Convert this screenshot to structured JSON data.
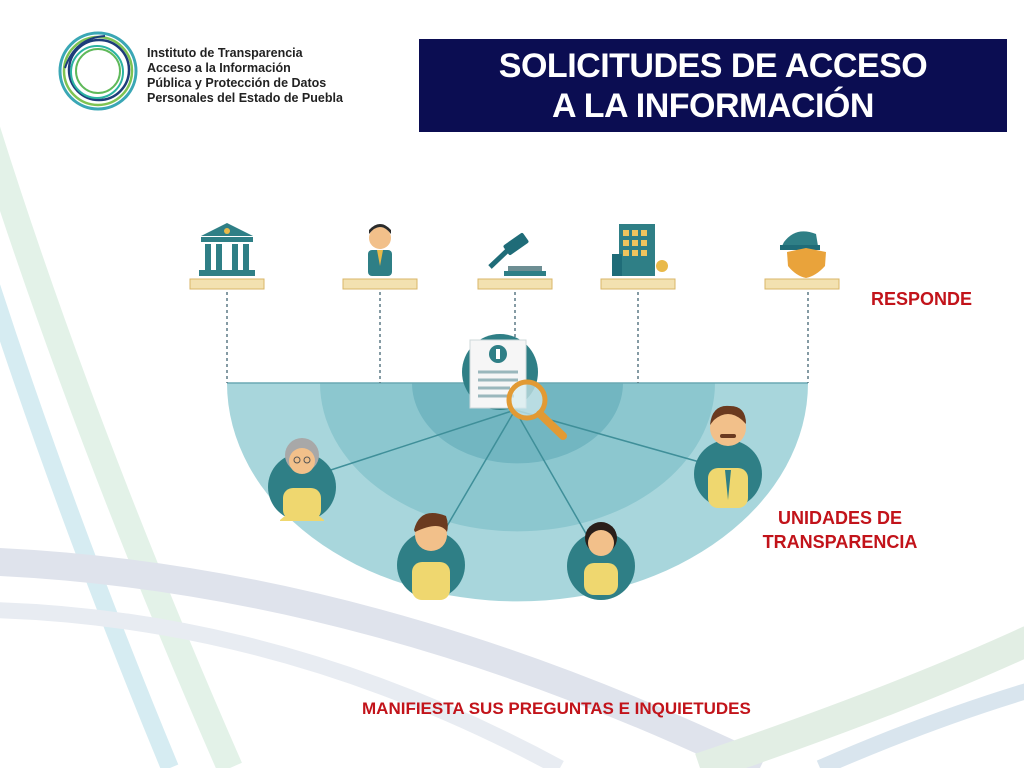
{
  "logo": {
    "name_lines": [
      "Instituto de Transparencia",
      "Acceso a la Información",
      "Pública y Protección de Datos",
      "Personales del Estado de Puebla"
    ]
  },
  "title": {
    "line1": "SOLICITUDES DE ACCESO",
    "line2": "A LA INFORMACIÓN"
  },
  "labels": {
    "responde": "RESPONDE",
    "unidades_line1": "UNIDADES DE",
    "unidades_line2": "TRANSPARENCIA",
    "manifiesta": "MANIFIESTA SUS PREGUNTAS E INQUIETUDES"
  },
  "organisms": [
    {
      "icon": "government-building-icon"
    },
    {
      "icon": "public-official-icon"
    },
    {
      "icon": "judge-gavel-icon"
    },
    {
      "icon": "office-building-icon"
    },
    {
      "icon": "police-shield-icon"
    }
  ],
  "citizens": [
    {
      "icon": "elderly-woman-avatar"
    },
    {
      "icon": "young-man-avatar"
    },
    {
      "icon": "young-woman-avatar"
    },
    {
      "icon": "mustached-man-avatar"
    }
  ],
  "colors": {
    "title_bg": "#0b0d52",
    "accent_red": "#c2131a",
    "teal": "#2f7f86",
    "fan_light": "#a8d6dc",
    "fan_mid": "#7fbcc6"
  }
}
